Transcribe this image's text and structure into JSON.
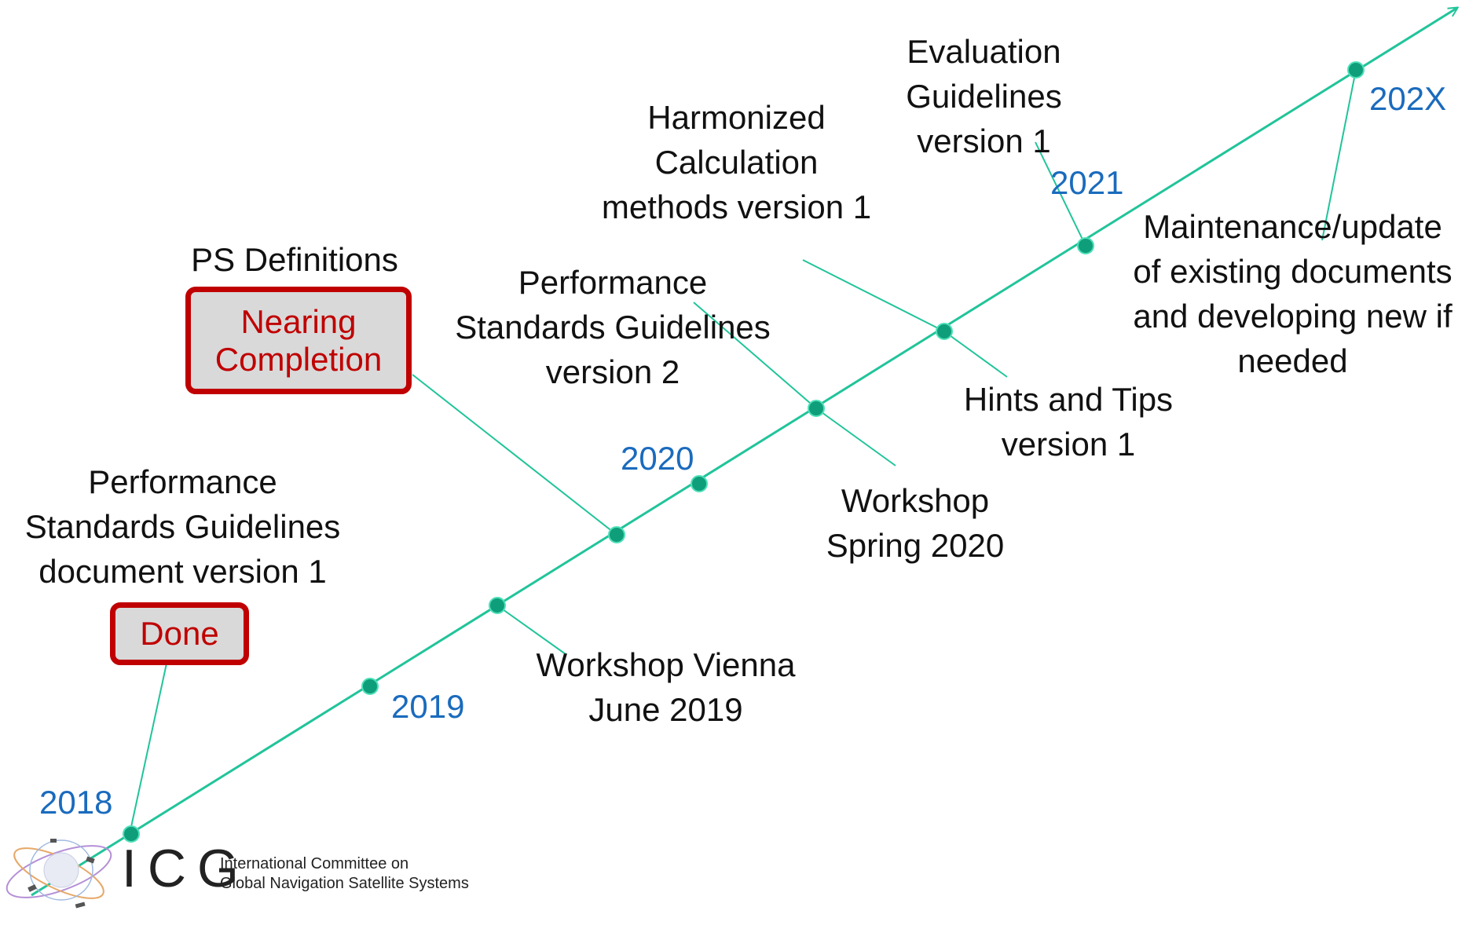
{
  "colors": {
    "timeline": "#21c49a",
    "milestone_fill": "#0f9e7a",
    "year_text": "#1a6bbd",
    "status_border": "#c00000",
    "status_fill": "#d9d9d9",
    "status_text": "#c00000"
  },
  "years": [
    "2018",
    "2019",
    "2020",
    "2021",
    "202X"
  ],
  "labels": {
    "ps_guidelines_v1": "Performance\nStandards Guidelines\ndocument version 1",
    "ps_definitions": "PS Definitions",
    "ps_guidelines_v2": "Performance\nStandards Guidelines\nversion 2",
    "harmonized_calc": "Harmonized\nCalculation\nmethods version 1",
    "evaluation_guidelines": "Evaluation\nGuidelines\nversion 1",
    "maintenance": "Maintenance/update\nof existing documents\nand developing new if\nneeded",
    "hints_tips": "Hints and Tips\nversion 1",
    "workshop_spring_2020": "Workshop\nSpring 2020",
    "workshop_vienna": "Workshop Vienna\nJune 2019"
  },
  "status": {
    "done": "Done",
    "nearing_completion": "Nearing\nCompletion"
  },
  "logo": {
    "letters": "ICG",
    "line1": "International Committee on",
    "line2": "Global Navigation Satellite Systems",
    "icon": "orbit-satellites-icon"
  }
}
